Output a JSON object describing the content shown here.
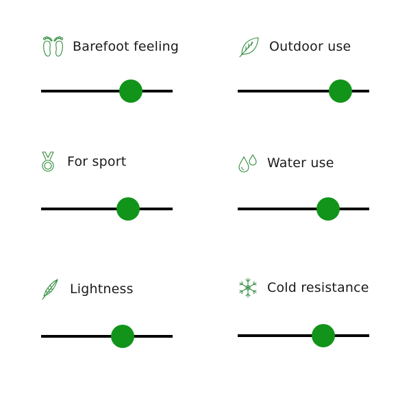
{
  "colors": {
    "accent": "#119419",
    "icon": "#2e8b3a",
    "track": "#000000"
  },
  "features": [
    {
      "id": "barefoot",
      "label": "Barefoot feeling",
      "icon": "feet-icon",
      "value": 0.68
    },
    {
      "id": "outdoor",
      "label": "Outdoor use",
      "icon": "leaf-icon",
      "value": 0.78
    },
    {
      "id": "sport",
      "label": "For sport",
      "icon": "medal-icon",
      "value": 0.66
    },
    {
      "id": "water",
      "label": "Water use",
      "icon": "water-drops-icon",
      "value": 0.69
    },
    {
      "id": "lightness",
      "label": "Lightness",
      "icon": "feather-icon",
      "value": 0.62
    },
    {
      "id": "cold",
      "label": "Cold resistance",
      "icon": "snowflake-icon",
      "value": 0.65
    }
  ]
}
